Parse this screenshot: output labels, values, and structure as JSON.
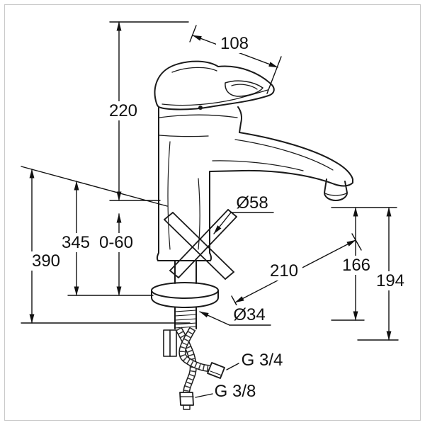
{
  "drawing": {
    "subject": "single-lever-faucet-dimension-drawing",
    "colors": {
      "line": "#1a1a1a",
      "dimension": "#111111",
      "background": "#ffffff",
      "frame": "#c9c9c9"
    },
    "labels": {
      "handle_length": "108",
      "height_top": "220",
      "height_under_345": "345",
      "deck_range": "0-60",
      "height_under_390": "390",
      "body_diameter": "Ø58",
      "spout_reach": "210",
      "outlet_height_166": "166",
      "outlet_height_194": "194",
      "shank_diameter": "Ø34",
      "thread_large": "G 3/4",
      "thread_small": "G 3/8"
    }
  }
}
